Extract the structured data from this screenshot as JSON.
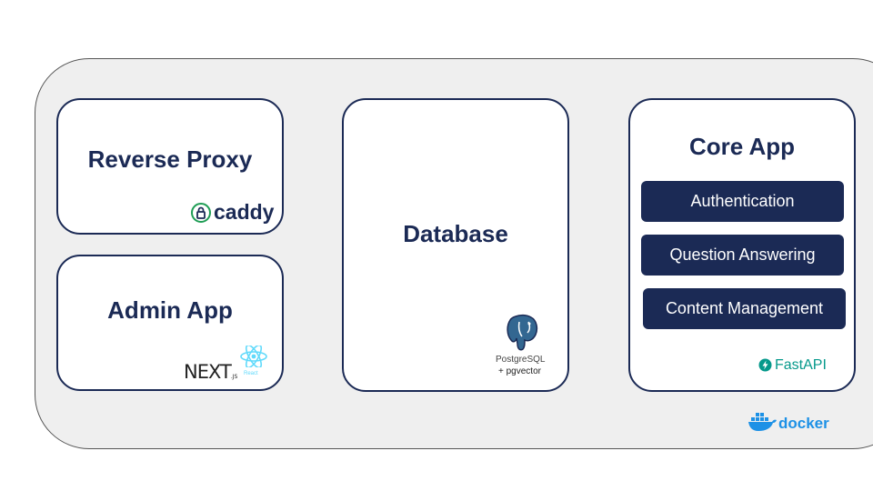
{
  "colors": {
    "navy": "#1b2a55",
    "panel": "#efefef",
    "caddy_green": "#1f9d55",
    "fastapi_teal": "#05998b",
    "docker_blue": "#1d91e6",
    "postgres_blue": "#336791",
    "react_cyan": "#61dafb"
  },
  "reverse_proxy": {
    "title": "Reverse Proxy",
    "logo_text": "caddy",
    "logo_icon": "caddy-lock-icon"
  },
  "admin_app": {
    "title": "Admin App",
    "next_text": "NEXT",
    "next_suffix": ".JS",
    "react_text": "React"
  },
  "database": {
    "title": "Database",
    "logo_name": "PostgreSQL",
    "logo_extra": "+ pgvector",
    "logo_icon": "postgres-elephant-icon"
  },
  "core_app": {
    "title": "Core App",
    "modules": [
      "Authentication",
      "Question Answering",
      "Content Management"
    ],
    "framework": "FastAPI"
  },
  "platform": {
    "logo_text": "docker",
    "logo_icon": "docker-whale-icon"
  }
}
